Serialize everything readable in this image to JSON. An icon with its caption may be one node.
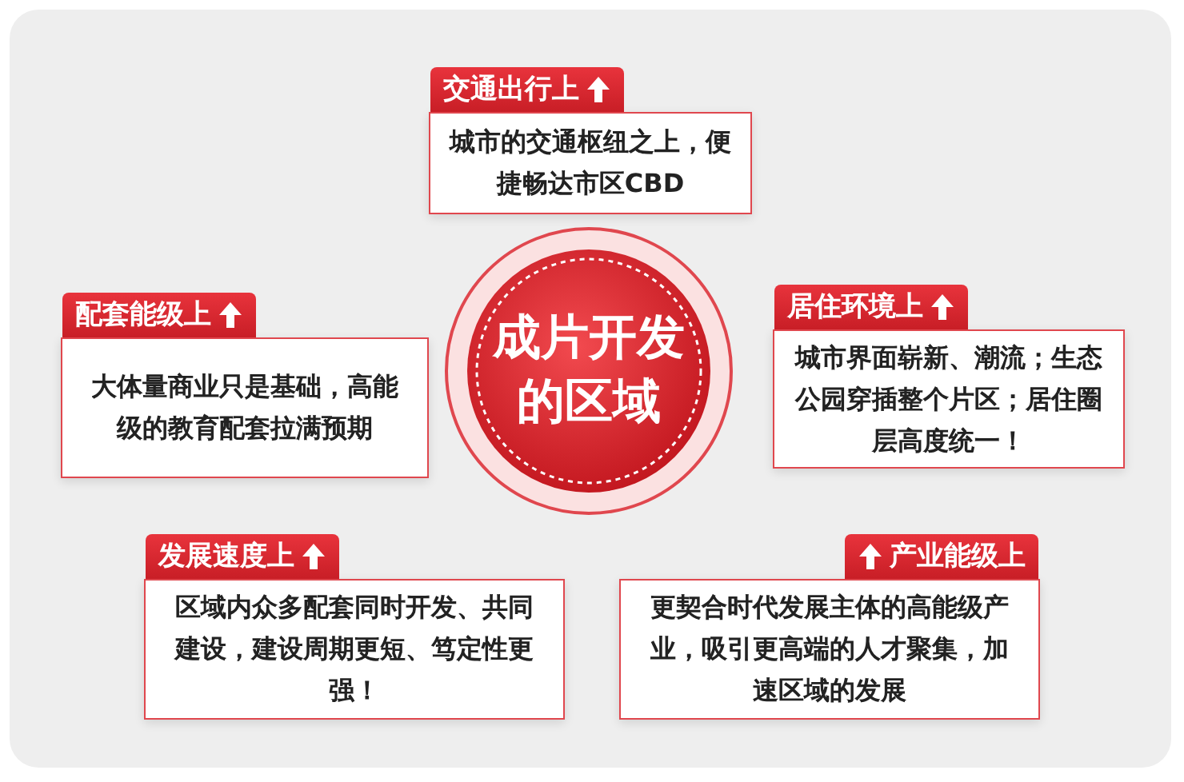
{
  "diagram": {
    "nodes": [
      {
        "text": [
          "成片开发的区域"
        ]
      },
      {
        "text": [
          "交通出行上",
          "城市的交通枢纽之上，便捷畅达市区CBD"
        ]
      },
      {
        "text": [
          "配套能级上",
          "大体量商业只是基础，高能级的教育配套拉满预期"
        ]
      },
      {
        "text": [
          "居住环境上",
          "城市界面崭新、潮流；生态公园穿插整个片区；居住圈层高度统一！"
        ]
      },
      {
        "text": [
          "发展速度上",
          "区域内众多配套同时开发、共同建设，建设周期更短、笃定性更强！"
        ]
      },
      {
        "text": [
          "产业能级上",
          "更契合时代发展主体的高能级产业，吸引更高端的人才聚集，加速区域的发展"
        ]
      }
    ]
  }
}
